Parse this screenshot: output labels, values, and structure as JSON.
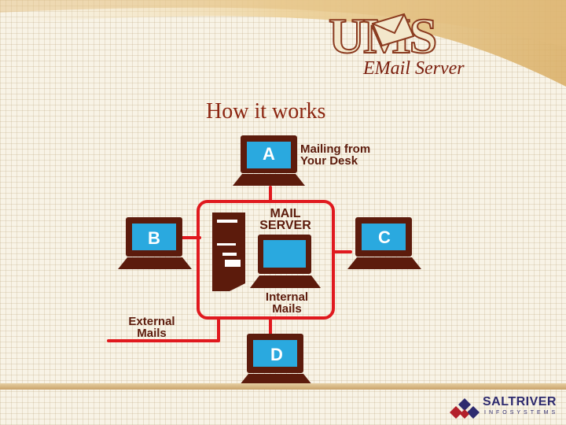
{
  "logo": {
    "letters": "UMS",
    "subtitle": "EMail Server"
  },
  "title": "How it works",
  "diagram": {
    "computer_a": {
      "letter": "A",
      "label_line1": "Mailing from",
      "label_line2": "Your Desk"
    },
    "computer_b": {
      "letter": "B"
    },
    "computer_c": {
      "letter": "C"
    },
    "computer_d": {
      "letter": "D"
    },
    "server": {
      "label_line1": "MAIL",
      "label_line2": "SERVER"
    },
    "internal": {
      "line1": "Internal",
      "line2": "Mails"
    },
    "external": {
      "line1": "External",
      "line2": "Mails"
    },
    "colors": {
      "computer": "#5c1b0c",
      "screen": "#2aa9df",
      "network": "#e0191e",
      "label": "#5c1b0c"
    }
  },
  "brand": {
    "name": "SALTRIVER",
    "sub": "INFOSYSTEMS"
  }
}
